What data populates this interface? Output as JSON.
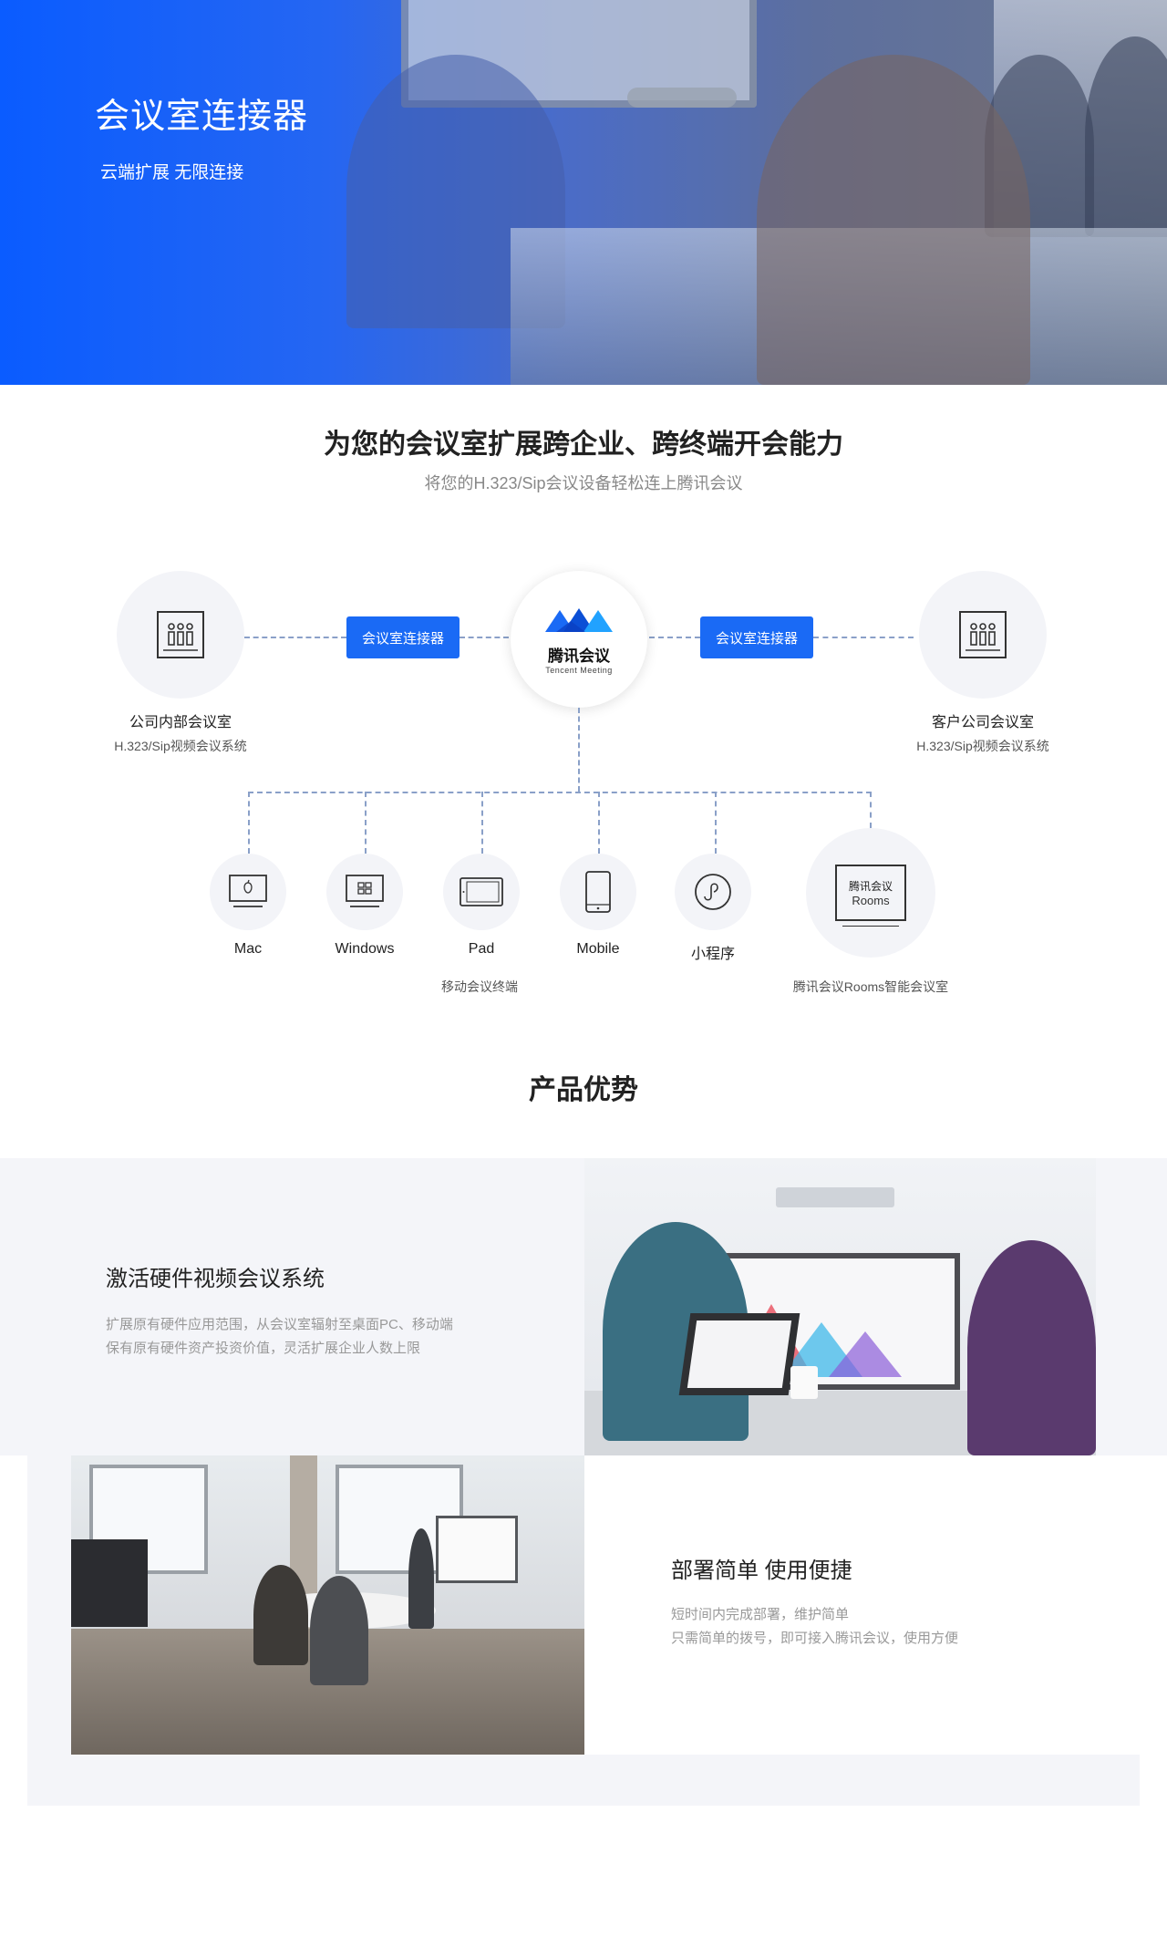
{
  "hero": {
    "title": "会议室连接器",
    "subtitle": "云端扩展 无限连接"
  },
  "intro": {
    "title": "为您的会议室扩展跨企业、跨终端开会能力",
    "subtitle": "将您的H.323/Sip会议设备轻松连上腾讯会议"
  },
  "diagram": {
    "center_logo": {
      "name": "腾讯会议",
      "english": "Tencent Meeting"
    },
    "connector_label": "会议室连接器",
    "left_node": {
      "title": "公司内部会议室",
      "desc": "H.323/Sip视频会议系统"
    },
    "right_node": {
      "title": "客户公司会议室",
      "desc": "H.323/Sip视频会议系统"
    },
    "terminals": [
      {
        "label": "Mac",
        "icon": "mac-icon"
      },
      {
        "label": "Windows",
        "icon": "windows-icon"
      },
      {
        "label": "Pad",
        "icon": "pad-icon"
      },
      {
        "label": "Mobile",
        "icon": "mobile-icon"
      },
      {
        "label": "小程序",
        "icon": "mini-program-icon"
      }
    ],
    "mobile_group_label": "移动会议终端",
    "rooms_node": {
      "line1": "腾讯会议",
      "line2": "Rooms",
      "desc": "腾讯会议Rooms智能会议室"
    }
  },
  "advantages": {
    "title": "产品优势",
    "items": [
      {
        "title": "激活硬件视频会议系统",
        "line1": "扩展原有硬件应用范围，从会议室辐射至桌面PC、移动端",
        "line2": "保有原有硬件资产投资价值，灵活扩展企业人数上限"
      },
      {
        "title": "部署简单 使用便捷",
        "line1": "短时间内完成部署，维护简单",
        "line2": "只需简单的拨号，即可接入腾讯会议，使用方便"
      }
    ]
  },
  "colors": {
    "accent": "#1a6af5",
    "band": "#f4f5f9",
    "dash": "#8aa0c8"
  }
}
